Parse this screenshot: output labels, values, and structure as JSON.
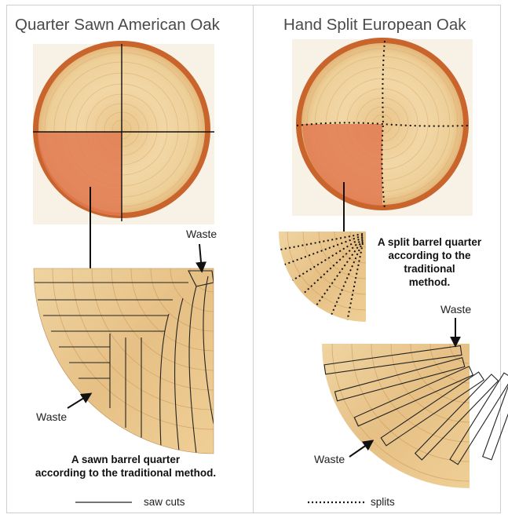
{
  "left_panel": {
    "title": "Quarter Sawn American Oak",
    "waste_top_label": "Waste",
    "waste_side_label": "Waste",
    "caption_line1": "A sawn barrel quarter",
    "caption_line2": "according to the traditional method.",
    "legend_label": "saw cuts"
  },
  "right_panel": {
    "title": "Hand Split European Oak",
    "caption_line1": "A split barrel quarter",
    "caption_line2": "according to the",
    "caption_line3": "traditional",
    "caption_line4": "method.",
    "waste_top_label": "Waste",
    "waste_side_label": "Waste",
    "legend_label": "splits"
  },
  "colors": {
    "wood_light": "#f2d8a8",
    "wood_mid": "#e5bb7c",
    "bark": "#b9531f",
    "heartwood": "#e47a52",
    "line": "#111111"
  }
}
